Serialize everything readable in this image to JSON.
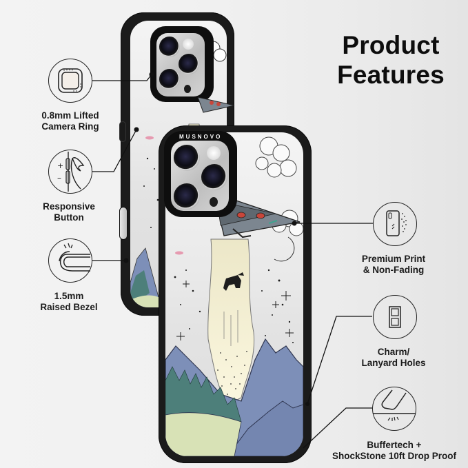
{
  "header": {
    "title_line1": "Product",
    "title_line2": "Features"
  },
  "features_left": [
    {
      "id": "camera-ring",
      "icon": "camera-ring-icon",
      "label": "0.8mm Lifted\nCamera Ring"
    },
    {
      "id": "responsive-button",
      "icon": "side-button-icon",
      "label": "Responsive\nButton"
    },
    {
      "id": "raised-bezel",
      "icon": "raised-bezel-icon",
      "label": "1.5mm\nRaised Bezel"
    }
  ],
  "features_right": [
    {
      "id": "premium-print",
      "icon": "phone-print-icon",
      "label": "Premium Print\n& Non-Fading"
    },
    {
      "id": "lanyard-holes",
      "icon": "lanyard-hole-icon",
      "label": "Charm/\nLanyard Holes"
    },
    {
      "id": "drop-proof",
      "icon": "drop-impact-icon",
      "label": "Buffertech +\nShockStone 10ft Drop Proof"
    }
  ],
  "product": {
    "brand_ring_text": "MUSNOVO",
    "artwork": "UFO abduction over mountains with crescent moon",
    "colors": {
      "case_frame": "#1b1b1b",
      "mountain": "#7d8fb8",
      "forest": "#4d7f7a",
      "meadow": "#d8e2b6",
      "beam": "#f6f2d4",
      "moon": "#f2a22b",
      "sky": "#e6e6e6"
    }
  }
}
